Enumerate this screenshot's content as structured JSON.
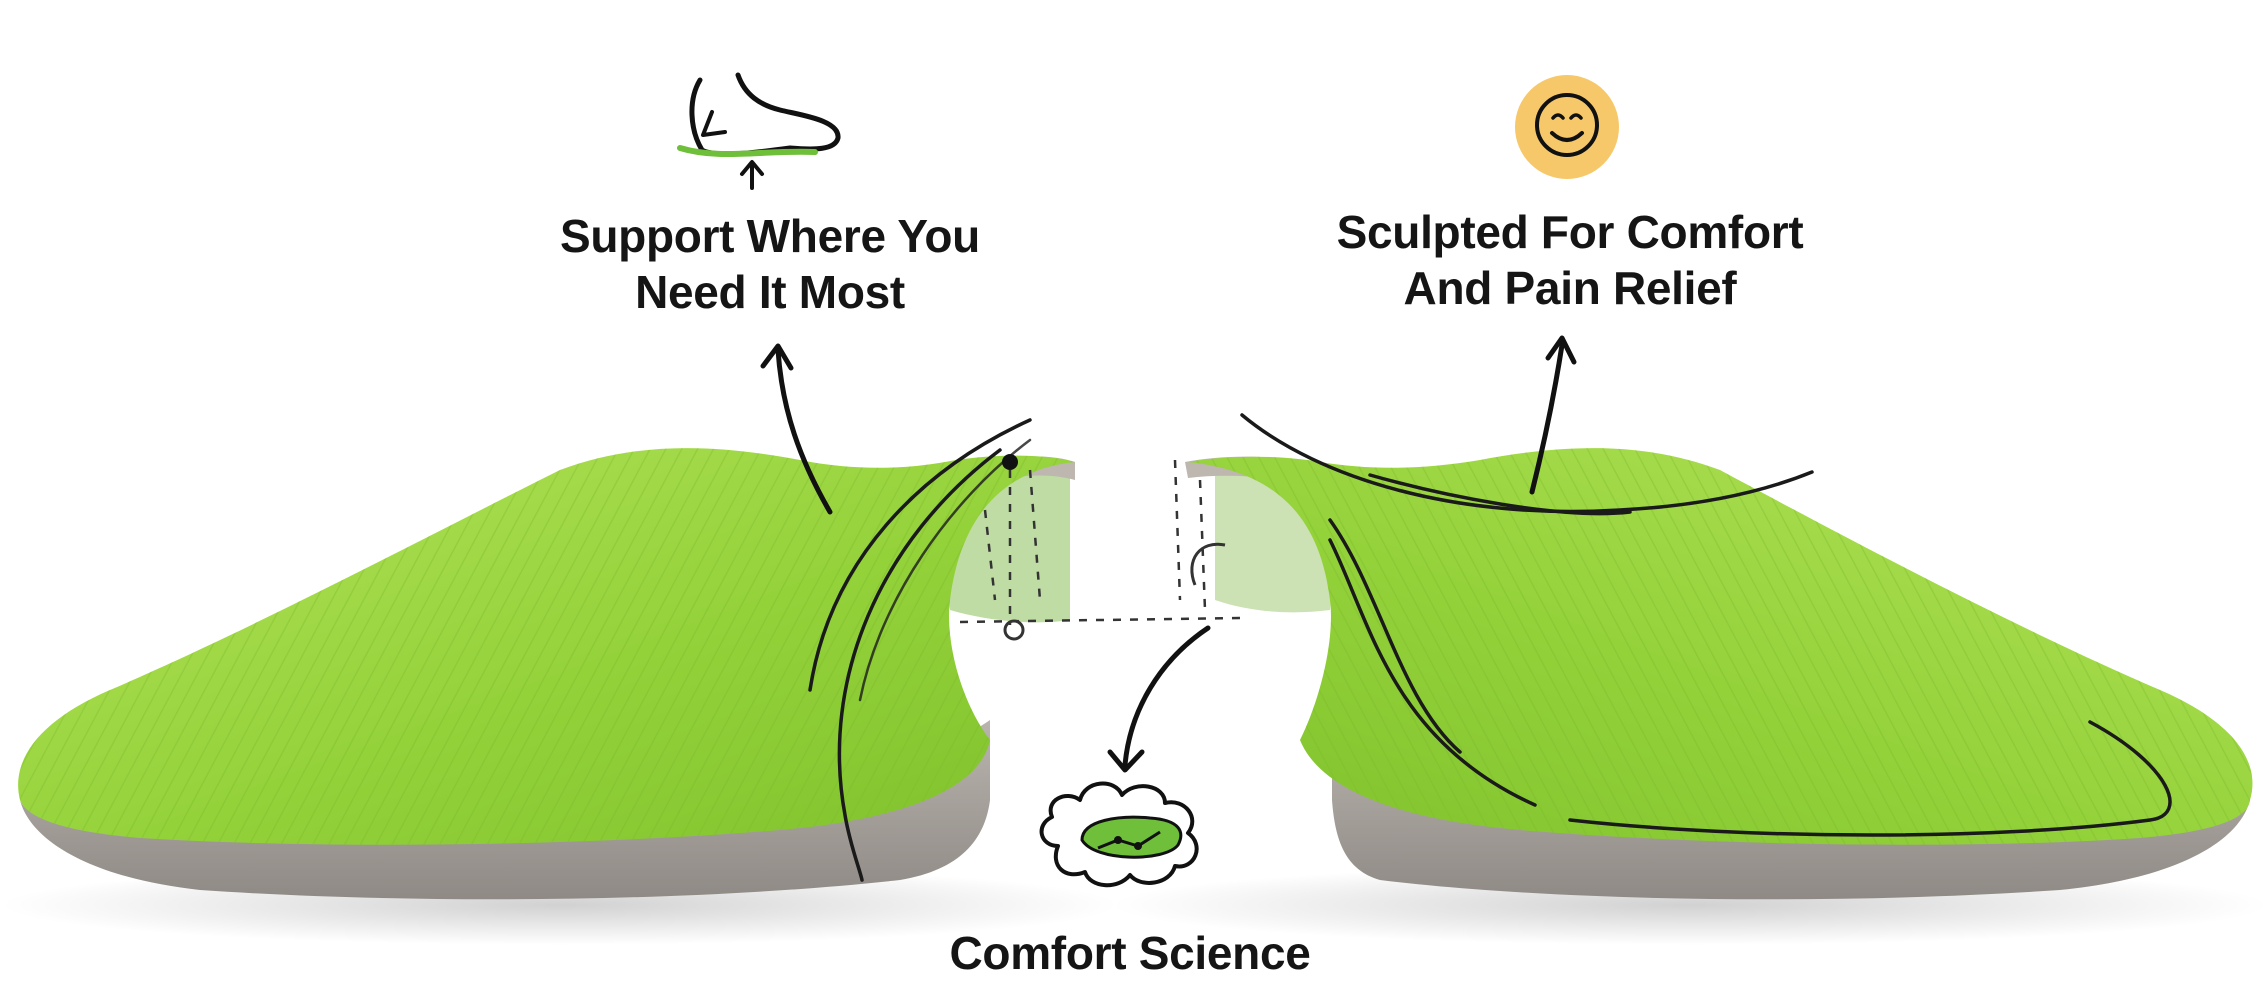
{
  "callouts": {
    "support": {
      "icon": "foot-arch-icon",
      "line1": "Support Where You",
      "line2": "Need It Most"
    },
    "sculpted": {
      "icon": "smiley-face-icon",
      "line1": "Sculpted For Comfort",
      "line2": "And Pain Relief"
    },
    "science": {
      "icon": "insole-cloud-icon",
      "line1": "Comfort Science"
    }
  },
  "colors": {
    "insole_green": "#8fcf35",
    "insole_green_light": "#b2e25a",
    "foam_gray": "#a39e99",
    "ink": "#151515",
    "smiley_yellow": "#f6c86a",
    "accent_green": "#6fbf3a"
  }
}
